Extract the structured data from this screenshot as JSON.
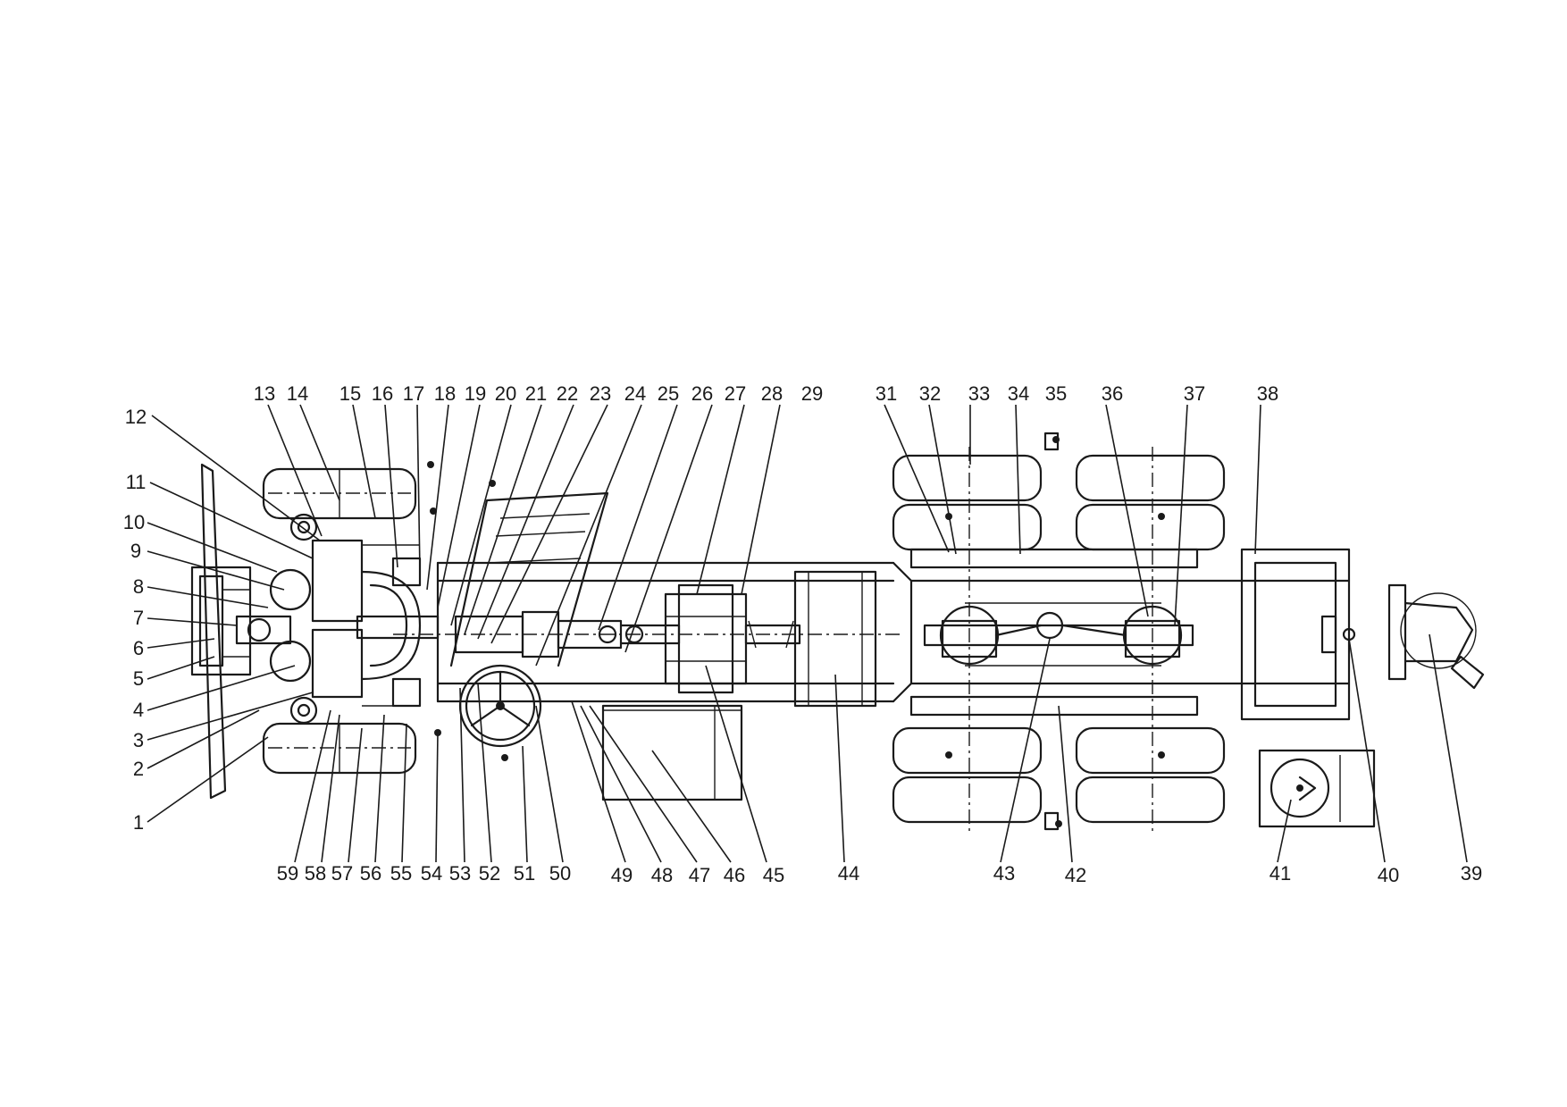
{
  "callouts": {
    "top": [
      "13",
      "14",
      "15",
      "16",
      "17",
      "18",
      "19",
      "20",
      "21",
      "22",
      "23",
      "24",
      "25",
      "26",
      "27",
      "28",
      "29",
      "31",
      "32",
      "33",
      "34",
      "35",
      "36",
      "37",
      "38"
    ],
    "left": [
      "12",
      "11",
      "10",
      "9",
      "8",
      "7",
      "6",
      "5",
      "4",
      "3",
      "2",
      "1"
    ],
    "bottom": [
      "59",
      "58",
      "57",
      "56",
      "55",
      "54",
      "53",
      "52",
      "51",
      "50",
      "49",
      "48",
      "47",
      "46",
      "45",
      "44",
      "43",
      "42",
      "41",
      "40",
      "39"
    ]
  },
  "colors": {
    "line": "#1a1a1a",
    "background": "#ffffff"
  }
}
